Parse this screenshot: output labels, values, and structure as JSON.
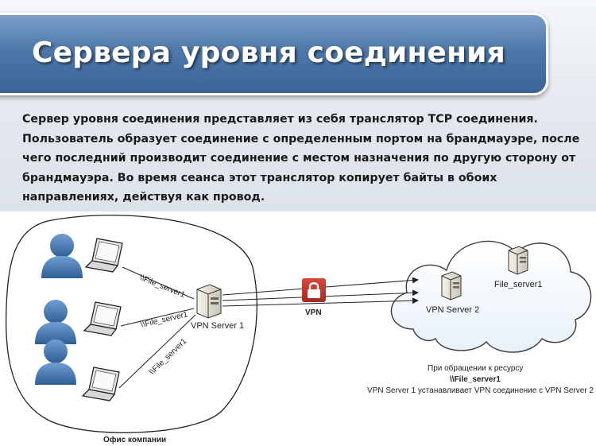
{
  "slide": {
    "title": "Сервера уровня соединения",
    "body_lines": [
      "Сервер уровня соединения представляет из себя транслятор TCP соединения.",
      "Пользователь образует соединение с определенным портом на брандмауэре, после",
      "чего последний производит соединение с местом назначения по другую сторону от",
      "брандмауэра. Во время сеанса этот транслятор копирует байты в обоих",
      "направлениях, действуя как провод."
    ]
  },
  "diagram": {
    "office_label": "Офис компании",
    "path_label": "\\\\File_server1",
    "vpn_server1_label": "VPN Server 1",
    "vpn_label": "VPN",
    "vpn_server2_label": "VPN Server 2",
    "file_server_label": "File_server1",
    "note_line1": "При обращении к ресурсу",
    "note_line2": "\\\\File_server1",
    "note_line3": "VPN Server 1 устанавливает VPN соединение с VPN Server 2"
  },
  "colors": {
    "title_banner": "#4e78aa",
    "user_icon": "#3d6fa8",
    "lock": "#c0392b"
  },
  "icons": [
    "user-icon",
    "laptop-icon",
    "server-icon",
    "lock-icon",
    "cloud-icon"
  ]
}
